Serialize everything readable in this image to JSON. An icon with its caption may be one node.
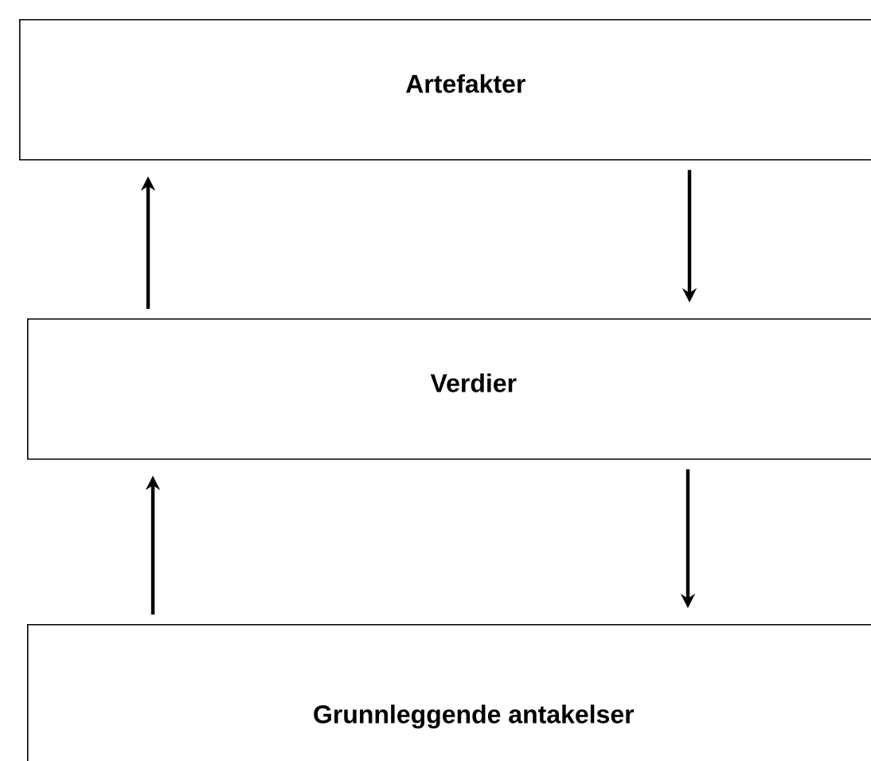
{
  "diagram": {
    "nodes": [
      {
        "text": [
          "Artefakter"
        ]
      },
      {
        "text": [
          "Verdier"
        ]
      },
      {
        "text": [
          "Grunnleggende antakelser"
        ]
      }
    ],
    "edges": [
      {
        "from": 1,
        "to": 0,
        "arrow": "to"
      },
      {
        "from": 0,
        "to": 1,
        "arrow": "to"
      },
      {
        "from": 2,
        "to": 1,
        "arrow": "to"
      },
      {
        "from": 1,
        "to": 2,
        "arrow": "to"
      }
    ]
  }
}
